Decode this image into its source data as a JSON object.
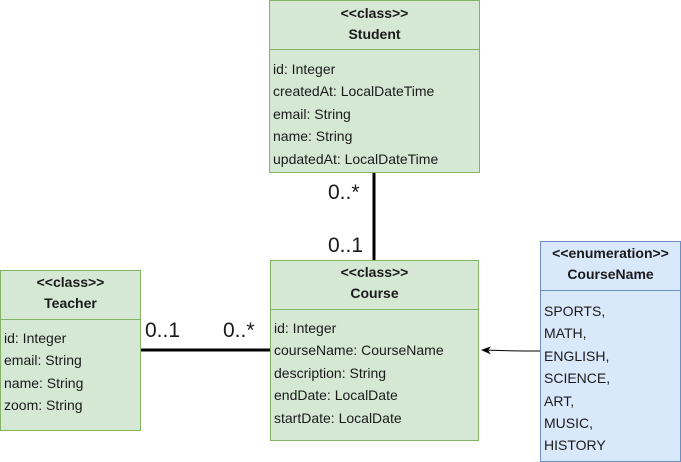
{
  "classes": {
    "student": {
      "stereotype": "<<class>>",
      "name": "Student",
      "fields": [
        "id: Integer",
        "createdAt: LocalDateTime",
        "email: String",
        "name: String",
        "updatedAt: LocalDateTime"
      ]
    },
    "course": {
      "stereotype": "<<class>>",
      "name": "Course",
      "fields": [
        "id: Integer",
        "courseName: CourseName",
        "description: String",
        "endDate: LocalDate",
        "startDate: LocalDate"
      ]
    },
    "teacher": {
      "stereotype": "<<class>>",
      "name": "Teacher",
      "fields": [
        "id: Integer",
        "email: String",
        "name: String",
        "zoom: String"
      ]
    },
    "course_name_enum": {
      "stereotype": "<<enumeration>>",
      "name": "CourseName",
      "values": [
        "SPORTS,",
        "MATH,",
        "ENGLISH,",
        "SCIENCE,",
        "ART,",
        "MUSIC,",
        "HISTORY"
      ]
    }
  },
  "associations": {
    "student_course": {
      "student_end": "0..*",
      "course_end": "0..1"
    },
    "teacher_course": {
      "teacher_end": "0..1",
      "course_end": "0..*"
    }
  },
  "colors": {
    "class_fill": "#d5e8d4",
    "class_border": "#82b366",
    "enum_fill": "#dae8fc",
    "enum_border": "#6c8ebf",
    "line": "#000000"
  }
}
